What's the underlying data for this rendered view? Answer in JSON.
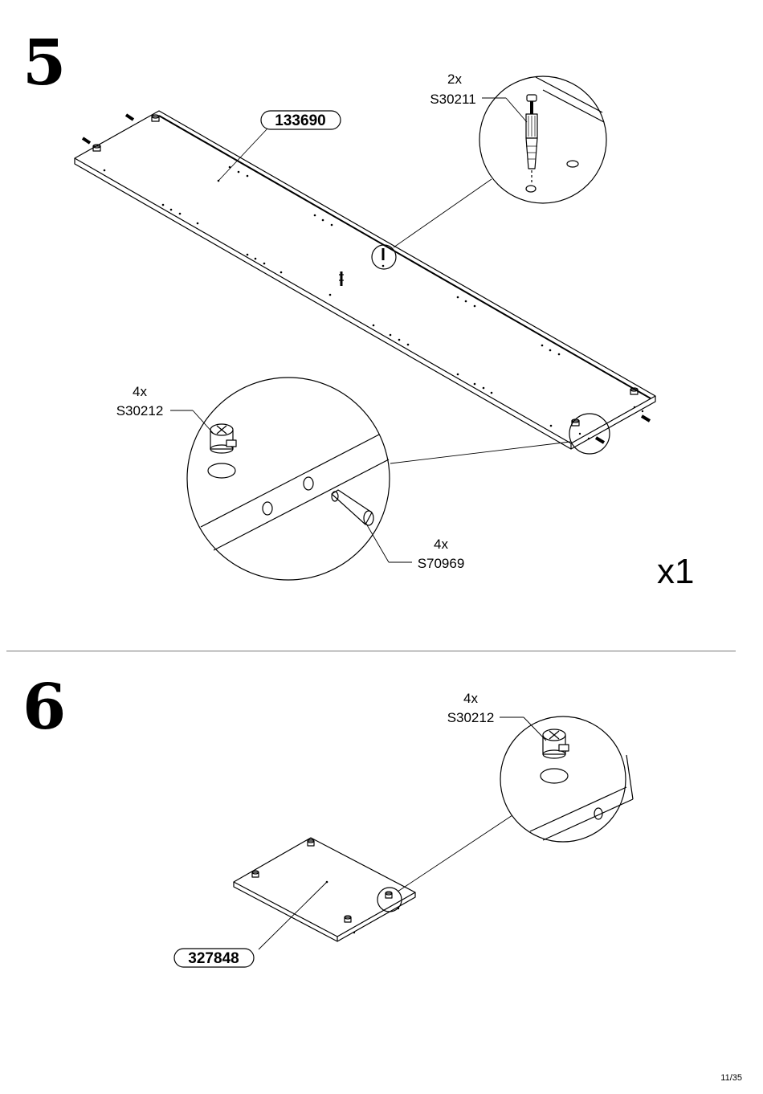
{
  "steps": [
    {
      "number": "5",
      "quantity": "x1",
      "part_id": "133690",
      "callouts": [
        {
          "count": "2x",
          "code": "S30211"
        },
        {
          "count": "4x",
          "code": "S30212"
        },
        {
          "count": "4x",
          "code": "S70969"
        }
      ]
    },
    {
      "number": "6",
      "part_id": "327848",
      "callouts": [
        {
          "count": "4x",
          "code": "S30212"
        }
      ]
    }
  ],
  "page_number": "11/35"
}
